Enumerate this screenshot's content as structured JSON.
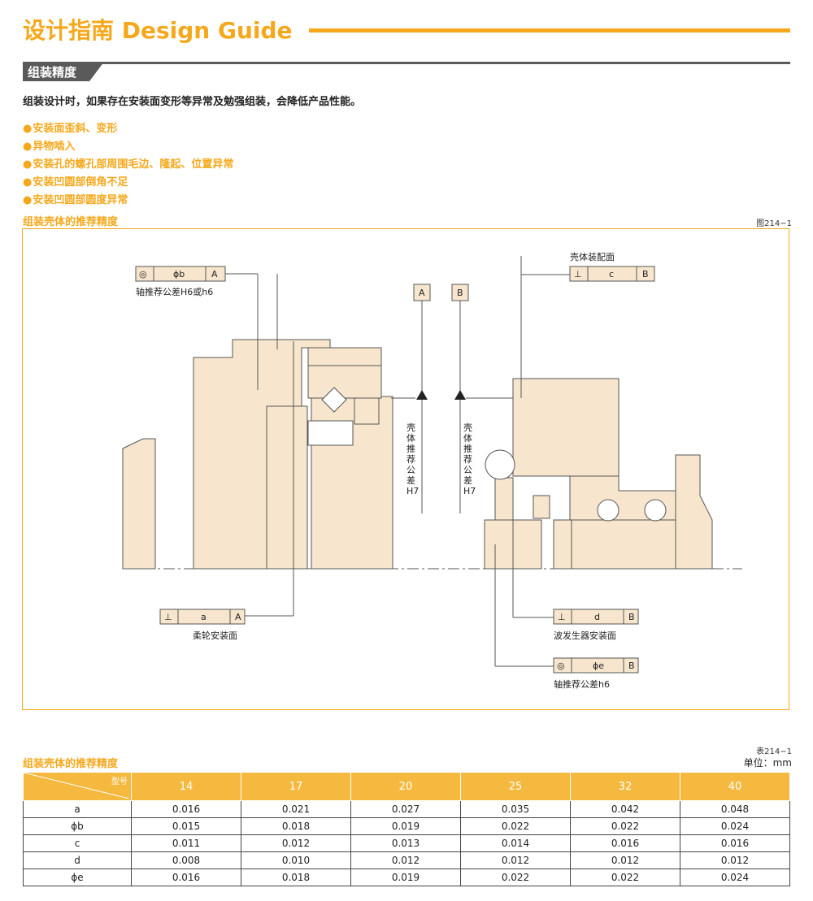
{
  "header": {
    "title": "设计指南 Design Guide"
  },
  "section": {
    "title": "组装精度"
  },
  "intro": "组装设计时，如果存在安装面变形等异常及勉强组装，会降低产品性能。",
  "bullets": [
    "安装面歪斜、变形",
    "异物啮入",
    "安装孔的螺孔部周围毛边、隆起、位置异常",
    "安装凹圆部倒角不足",
    "安装凹圆部圆度异常"
  ],
  "figure": {
    "title": "组装壳体的推荐精度",
    "label": "图214−1",
    "housing_surface": "壳体装配面",
    "shaft_tol_top": "轴推荐公差H6或h6",
    "flexspline_surface": "柔轮安装面",
    "wavegen_surface": "波发生器安装面",
    "shaft_tol_bottom": "轴推荐公差h6",
    "housing_tol_1": [
      "壳",
      "体",
      "推",
      "荐",
      "公",
      "差",
      "H7"
    ],
    "housing_tol_2": [
      "壳",
      "体",
      "推",
      "荐",
      "公",
      "差",
      "H7"
    ],
    "datum_a": "A",
    "datum_b": "B",
    "frames": {
      "b": {
        "sym": "◎",
        "val": "ϕb",
        "ref": "A"
      },
      "c": {
        "sym": "⊥",
        "val": "c",
        "ref": "B"
      },
      "a": {
        "sym": "⊥",
        "val": "a",
        "ref": "A"
      },
      "d": {
        "sym": "⊥",
        "val": "d",
        "ref": "B"
      },
      "e": {
        "sym": "◎",
        "val": "ϕe",
        "ref": "B"
      }
    }
  },
  "table": {
    "title": "组装壳体的推荐精度",
    "label": "表214−1",
    "unit": "单位：mm",
    "corner": "型号",
    "columns": [
      "14",
      "17",
      "20",
      "25",
      "32",
      "40"
    ],
    "rows": [
      {
        "name": "a",
        "values": [
          "0.016",
          "0.021",
          "0.027",
          "0.035",
          "0.042",
          "0.048"
        ]
      },
      {
        "name": "ϕb",
        "values": [
          "0.015",
          "0.018",
          "0.019",
          "0.022",
          "0.022",
          "0.024"
        ]
      },
      {
        "name": "c",
        "values": [
          "0.011",
          "0.012",
          "0.013",
          "0.014",
          "0.016",
          "0.016"
        ]
      },
      {
        "name": "d",
        "values": [
          "0.008",
          "0.010",
          "0.012",
          "0.012",
          "0.012",
          "0.012"
        ]
      },
      {
        "name": "ϕe",
        "values": [
          "0.016",
          "0.018",
          "0.019",
          "0.022",
          "0.022",
          "0.024"
        ]
      }
    ]
  },
  "colors": {
    "accent": "#f5a81c",
    "part_fill": "#f7e6cd",
    "header_fill": "#f5b940"
  }
}
